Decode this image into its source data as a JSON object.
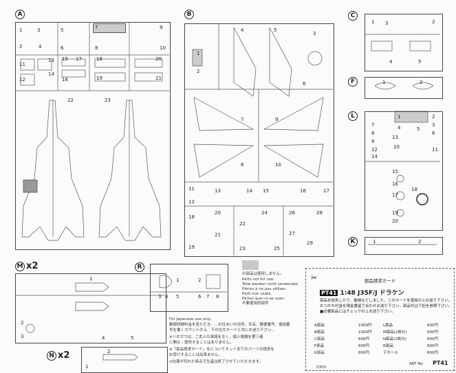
{
  "trees": {
    "A": {
      "label": "A",
      "parts": [
        "1",
        "2",
        "3",
        "4",
        "5",
        "6",
        "7",
        "8",
        "9",
        "10",
        "11",
        "12",
        "13",
        "14",
        "15",
        "16",
        "17",
        "18",
        "19",
        "20",
        "21",
        "22",
        "23"
      ]
    },
    "B": {
      "label": "B",
      "parts": [
        "1",
        "2",
        "3",
        "4",
        "5",
        "6",
        "7",
        "8",
        "9",
        "10",
        "11",
        "12",
        "13",
        "14",
        "15",
        "16",
        "17",
        "18",
        "19",
        "20",
        "21",
        "22",
        "23",
        "24",
        "25",
        "26",
        "27",
        "28",
        "29"
      ]
    },
    "C": {
      "label": "C",
      "parts": [
        "1",
        "2",
        "3",
        "4",
        "5"
      ]
    },
    "F": {
      "label": "F",
      "parts": [
        "1",
        "2"
      ]
    },
    "L": {
      "label": "L",
      "parts": [
        "1",
        "2",
        "3",
        "4",
        "5",
        "6",
        "7",
        "8",
        "9",
        "10",
        "11",
        "12",
        "13",
        "14",
        "15",
        "16",
        "17",
        "18",
        "19",
        "20"
      ]
    },
    "K": {
      "label": "K",
      "parts": [
        "1",
        "2"
      ]
    },
    "M": {
      "label": "M",
      "multiplier": "x2",
      "parts": [
        "1",
        "2",
        "3",
        "4",
        "5"
      ]
    },
    "N": {
      "label": "N",
      "multiplier": "x2",
      "parts": [
        "1",
        "2"
      ]
    },
    "R": {
      "label": "R",
      "parts": [
        "1",
        "2",
        "3",
        "4",
        "5",
        "6",
        "7",
        "8"
      ]
    }
  },
  "unused_note": [
    "の部品は使用しません。",
    "Parts not for use.",
    "Teile werden nicht verwendet.",
    "Pièces à ne pas utiliser.",
    "Parti non usate.",
    "Partes que no se usan.",
    "不要使用的部件"
  ],
  "japanese_note": [
    "For Japanese use only.",
    "郵便回線料金を見ただき、…お住まいの住所、氏名、郵便番号、電話番",
    "号を書くカウントの上、下の住文カードと共にお送り下さい。",
    "※ハセガワは、ご本人の承諾をなく、個人情報を第三者",
    "に開示・提供することはありません。",
    "※「部品請求カード」をについてキット全てのパーツの請求を",
    "お受けすることは出来ません。",
    "※在庫が切れた時点で生産は終了させていただきます。"
  ],
  "order_card": {
    "title": "部品請求カード",
    "product_code": "PT41",
    "product": "1:48 J35F/J ドラケン",
    "desc": [
      "部品を紛失したり、破損などしました、このカードを使用の上お送り下さい。",
      "おつかれ代金を現金書留で合わせお送り下さい。部品代は下記を参照下さい。",
      "■必要部品にはチェックの上お送り下さい。"
    ],
    "prices_left": [
      {
        "part": "A部品",
        "price": "1000円"
      },
      {
        "part": "B部品",
        "price": "1000円"
      },
      {
        "part": "C部品",
        "price": "600円"
      },
      {
        "part": "F部品",
        "price": "600円"
      },
      {
        "part": "K部品",
        "price": "600円"
      }
    ],
    "prices_right": [
      {
        "part": "L部品",
        "price": "600円"
      },
      {
        "part": "M部品(1枚分)",
        "price": "600円"
      },
      {
        "part": "N部品(1枚分)",
        "price": "600円"
      },
      {
        "part": "R部品",
        "price": "600円"
      },
      {
        "part": "デカール",
        "price": "600円"
      }
    ],
    "art_no_label": "ART No.",
    "art_no": "PT41"
  },
  "footer_code": "0303"
}
